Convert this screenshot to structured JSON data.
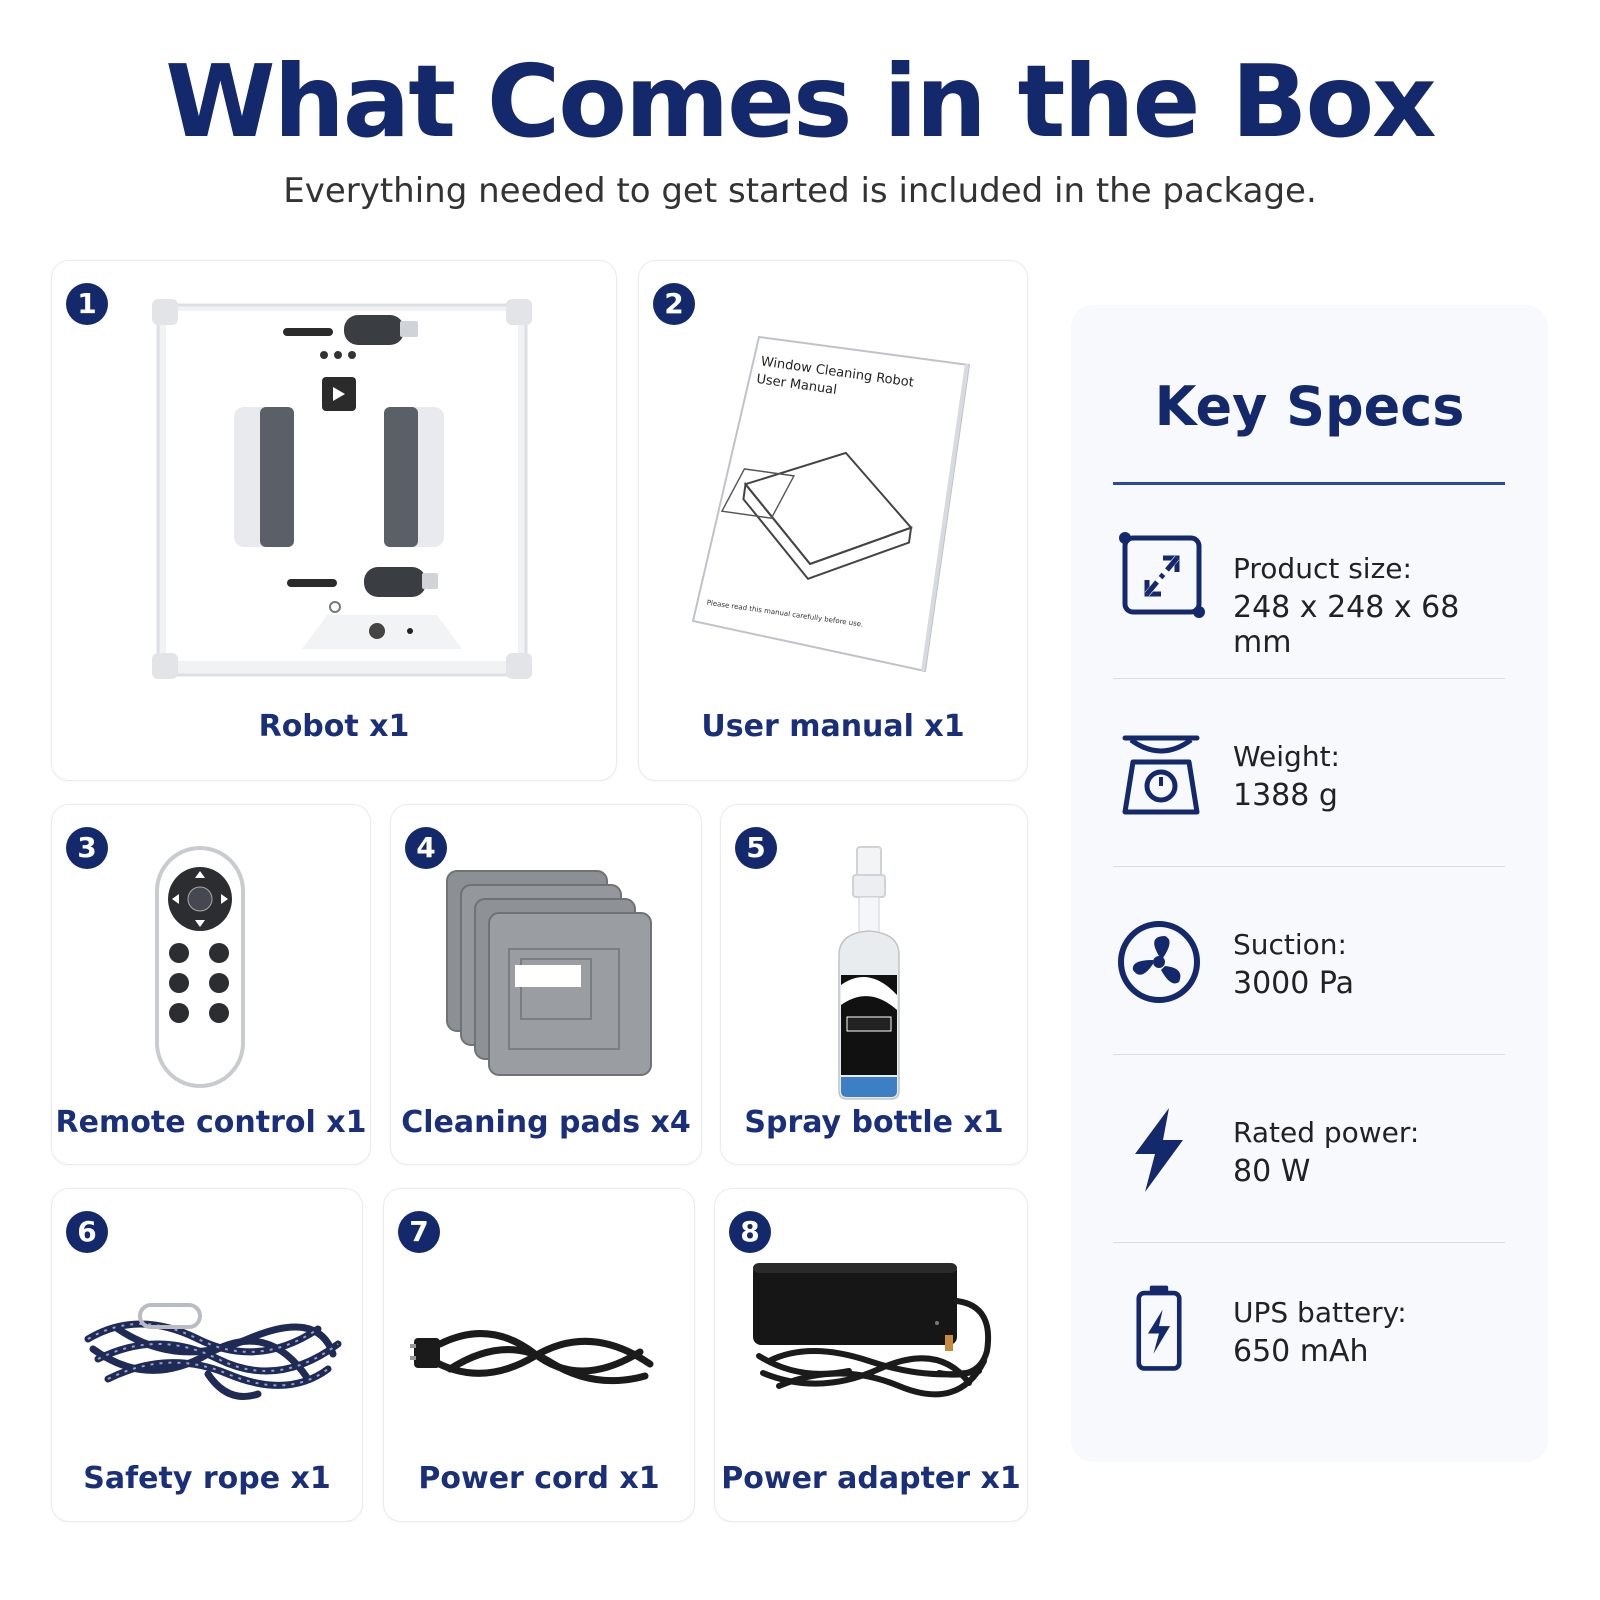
{
  "header": {
    "title": "What Comes in the Box",
    "subtitle": "Everything needed to get started is included in the package."
  },
  "items": [
    {
      "number": "1",
      "label": "Robot x1"
    },
    {
      "number": "2",
      "label": "User manual x1"
    },
    {
      "number": "3",
      "label": "Remote control x1"
    },
    {
      "number": "4",
      "label": "Cleaning pads x4"
    },
    {
      "number": "5",
      "label": "Spray bottle x1"
    },
    {
      "number": "6",
      "label": "Safety rope x1"
    },
    {
      "number": "7",
      "label": "Power cord x1"
    },
    {
      "number": "8",
      "label": "Power adapter x1"
    }
  ],
  "manual": {
    "title_line1": "Window Cleaning Robot",
    "title_line2": "User Manual",
    "footer": "Please read this manual carefully before use."
  },
  "specs": {
    "title": "Key Specs",
    "rows": [
      {
        "icon": "resize-icon",
        "label": "Product size:",
        "value": "248 x 248 x 68 mm"
      },
      {
        "icon": "scale-icon",
        "label": "Weight:",
        "value": "1388 g"
      },
      {
        "icon": "fan-icon",
        "label": "Suction:",
        "value": "3000 Pa"
      },
      {
        "icon": "lightning-icon",
        "label": "Rated power:",
        "value": "80 W"
      },
      {
        "icon": "battery-icon",
        "label": "UPS battery:",
        "value": "650 mAh"
      }
    ]
  },
  "colors": {
    "navy": "#14296b",
    "accent": "#2a4aa0",
    "panel": "#f7f9fc"
  }
}
